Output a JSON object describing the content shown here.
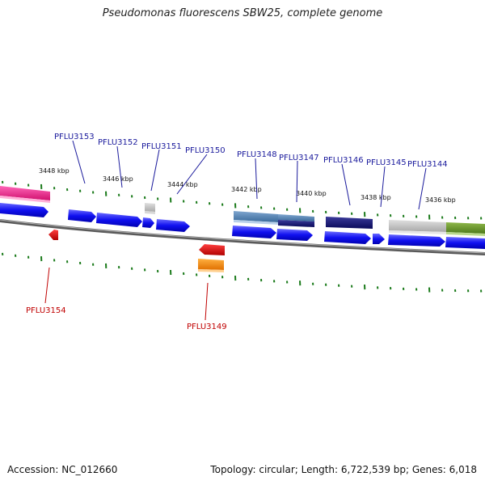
{
  "title": "Pseudomonas fluorescens SBW25, complete genome",
  "footer": {
    "accession": "Accession: NC_012660",
    "summary": "Topology: circular; Length: 6,722,539 bp; Genes: 6,018"
  },
  "kbp_labels": [
    "3448 kbp",
    "3446 kbp",
    "3444 kbp",
    "3442 kbp",
    "3440 kbp",
    "3438 kbp",
    "3436 kbp"
  ],
  "gene_labels_top": [
    "PFLU3153",
    "PFLU3152",
    "PFLU3151",
    "PFLU3150",
    "PFLU3148",
    "PFLU3147",
    "PFLU3146",
    "PFLU3145",
    "PFLU3144"
  ],
  "gene_labels_bottom": [
    "PFLU3154",
    "PFLU3149"
  ],
  "colors": {
    "forward_gene": "#1a1aff",
    "label_blue": "#1a1a9c",
    "label_red": "#c00000",
    "backbone": "#7a7a7a",
    "tick": "#1a7a1a"
  }
}
